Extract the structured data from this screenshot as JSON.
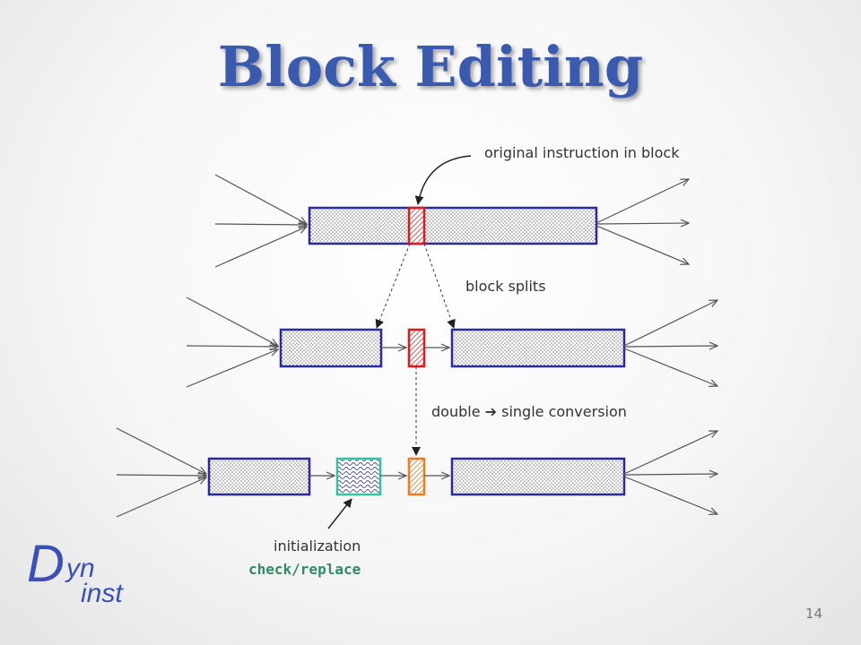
{
  "title": "Block Editing",
  "labels": {
    "original": "original instruction in block",
    "splits": "block splits",
    "conversion_a": "double",
    "conversion_arrow": "➔",
    "conversion_b": "single conversion",
    "init": "initialization",
    "check": "check/replace"
  },
  "logo": {
    "d": "D",
    "yn": "yn",
    "inst": "inst"
  },
  "page_number": "14",
  "colors": {
    "title": "#3a5ab0",
    "block_border": "#2a2aa0",
    "instruction": "#e0171d",
    "check": "#2ec4a0",
    "converted": "#f07a20",
    "code": "#2e8b63"
  }
}
